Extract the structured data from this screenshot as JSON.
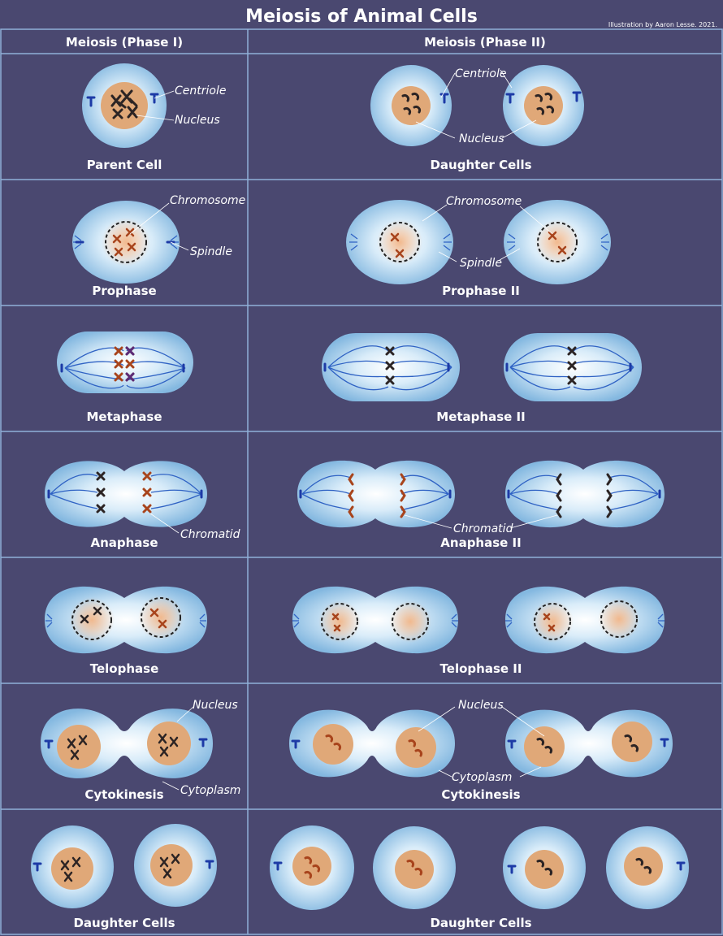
{
  "title": "Meiosis of Animal Cells",
  "credit": "Illustration by Aaron Lesse. 2021.",
  "columns": {
    "phase1": "Meiosis (Phase I)",
    "phase2": "Meiosis (Phase II)"
  },
  "stages": {
    "phase1": [
      "Parent Cell",
      "Prophase",
      "Metaphase",
      "Anaphase",
      "Telophase",
      "Cytokinesis",
      "Daughter Cells"
    ],
    "phase2": [
      "Daughter Cells",
      "Prophase II",
      "Metaphase II",
      "Anaphase II",
      "Telophase II",
      "Cytokinesis",
      "Daughter Cells"
    ]
  },
  "callouts": {
    "centriole": "Centriole",
    "nucleus": "Nucleus",
    "chromosome": "Chromosome",
    "spindle": "Spindle",
    "chromatid": "Chromatid",
    "cytoplasm": "Cytoplasm"
  },
  "colors": {
    "background": "#4a4870",
    "grid": "#8fb0d8",
    "cytoplasm_center": "#ffffff",
    "cytoplasm_edge": "#8fc0e4",
    "nucleus": "#e0a878",
    "spindle": "#2f62c4",
    "centriole": "#1d3aa6",
    "chromosome_dark": "#2c2424",
    "chromosome_red": "#a8441c",
    "chromosome_purple": "#5a2a78"
  }
}
